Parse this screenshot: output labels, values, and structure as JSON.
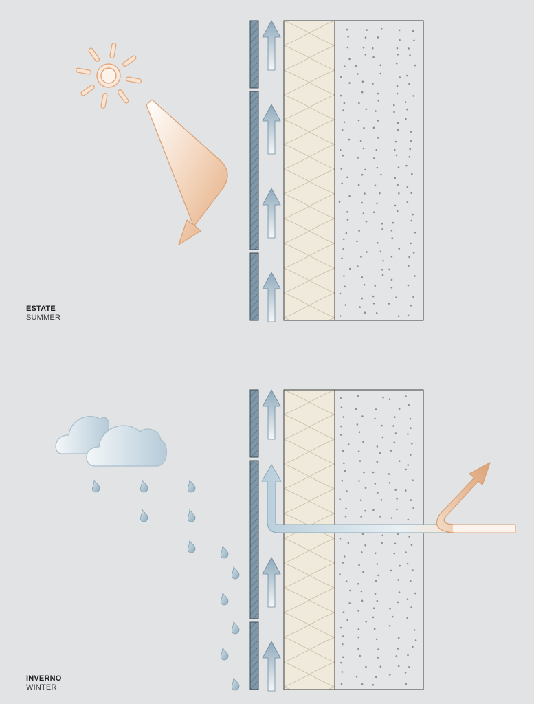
{
  "summer": {
    "label_it": "ESTATE",
    "label_en": "SUMMER",
    "icon": "sun-icon",
    "airflow": "upward-ventilation",
    "radiation": "reflected-sunlight"
  },
  "winter": {
    "label_it": "INVERNO",
    "label_en": "WINTER",
    "icon": "cloud-icon",
    "precipitation": "rain-drops",
    "airflow": "upward-ventilation",
    "heat": "heat-escaping-through-wall"
  },
  "colors": {
    "background": "#e2e3e4",
    "cladding": "#7f97a6",
    "insulation": "#efeadb",
    "wall": "#e4e5e6",
    "air_arrow": "#9fb6c6",
    "sun_ray": "#e8b68e",
    "heat_out": "#dea57c",
    "rain": "#a9c0cc"
  },
  "layers": [
    "cladding",
    "air-gap",
    "insulation",
    "masonry-wall"
  ]
}
